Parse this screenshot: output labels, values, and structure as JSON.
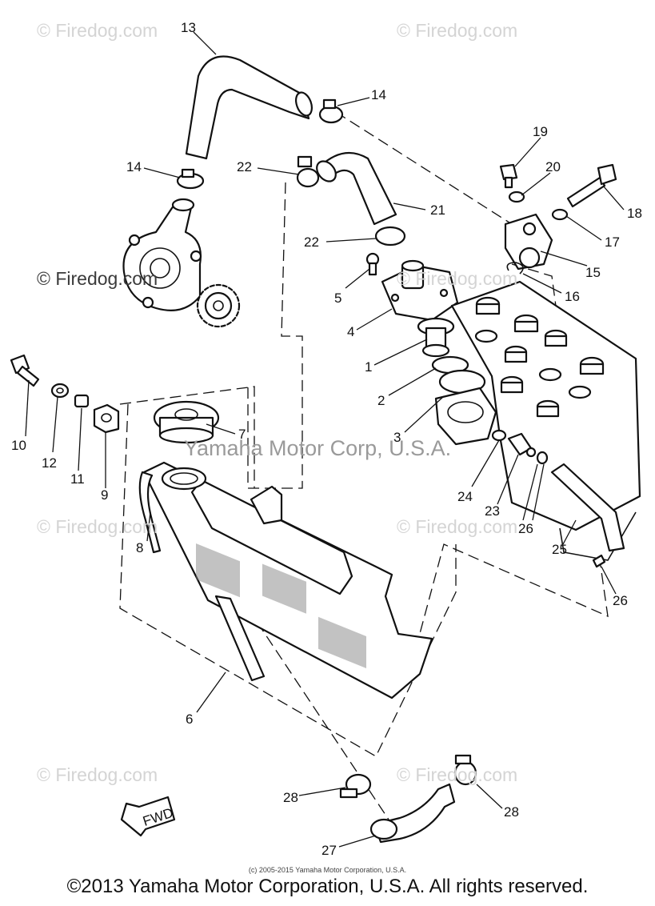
{
  "watermarks": {
    "tl": "© Firedog.com",
    "tr": "© Firedog.com",
    "mid_left": "© Firedog.com",
    "mid_right": "© Firedog.com",
    "yamaha": "Yamaha Motor Corp, U.S.A.",
    "row3_left": "© Firedog.com",
    "row3_right": "© Firedog.com",
    "row4_left": "© Firedog.com",
    "row4_right": "© Firedog.com"
  },
  "callouts": {
    "c1": "1",
    "c2": "2",
    "c3": "3",
    "c4": "4",
    "c5": "5",
    "c6": "6",
    "c7": "7",
    "c8": "8",
    "c9": "9",
    "c10": "10",
    "c11": "11",
    "c12": "12",
    "c13": "13",
    "c14a": "14",
    "c14b": "14",
    "c15": "15",
    "c16": "16",
    "c17": "17",
    "c18": "18",
    "c19": "19",
    "c20": "20",
    "c21": "21",
    "c22a": "22",
    "c22b": "22",
    "c23": "23",
    "c24": "24",
    "c25": "25",
    "c26a": "26",
    "c26b": "26",
    "c27": "27",
    "c28a": "28",
    "c28b": "28"
  },
  "fwd_label": "FWD",
  "small_copyright": "(c) 2005-2015 Yamaha Motor Corporation, U.S.A.",
  "footer_copyright": "©2013 Yamaha Motor Corporation, U.S.A. All rights reserved."
}
